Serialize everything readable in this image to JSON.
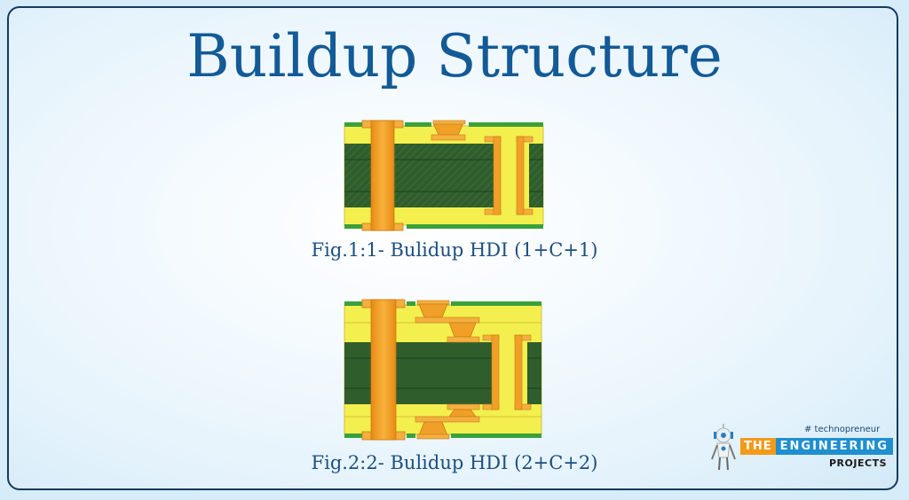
{
  "slide": {
    "title": "Buildup Structure",
    "figures": [
      {
        "id": "fig1",
        "caption": "Fig.1:1- Bulidup HDI (1+C+1)",
        "diagram": "pcb-cross-section-1-c-1"
      },
      {
        "id": "fig2",
        "caption": "Fig.2:2- Bulidup HDI (2+C+2)",
        "diagram": "pcb-cross-section-2-c-2"
      }
    ],
    "colors": {
      "title": "#135a96",
      "caption": "#1d4f80",
      "border": "#163a5e",
      "core": "#2f5e2c",
      "prepreg": "#f3ef4e",
      "copper_surface": "#3aa13a",
      "via": "#f0a028"
    }
  },
  "logo": {
    "tagline": "# technopreneur",
    "brand_the": "THE",
    "brand_engineering": "ENGINEERING",
    "brand_projects": "PROJECTS",
    "icon": "robot-icon"
  }
}
